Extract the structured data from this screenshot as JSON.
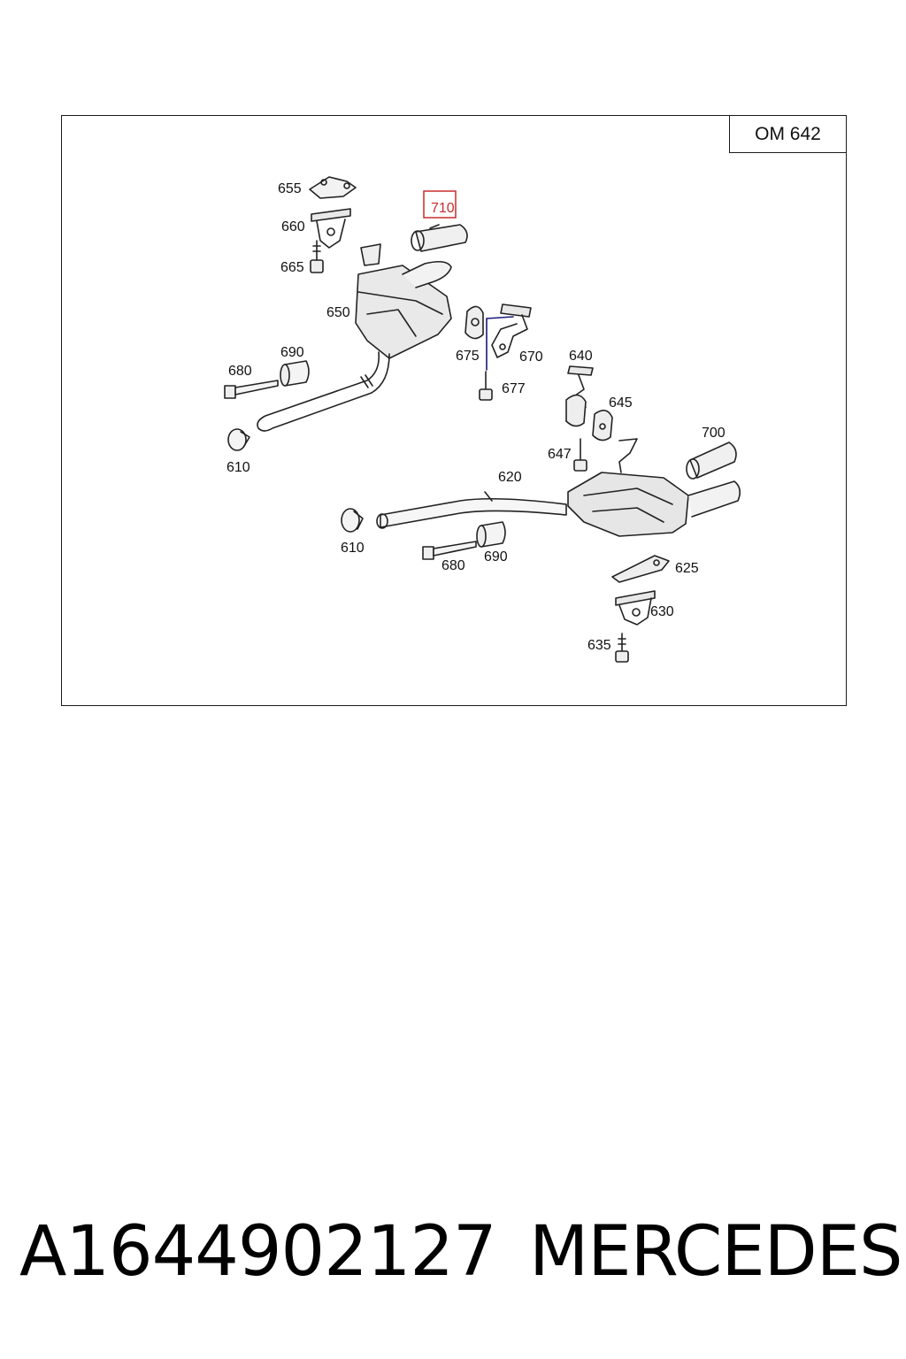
{
  "diagram": {
    "engine_code": "OM 642",
    "highlighted_part": "710",
    "labels": {
      "p655": "655",
      "p660": "660",
      "p665": "665",
      "p650": "650",
      "p710": "710",
      "p675": "675",
      "p670": "670",
      "p677": "677",
      "p680a": "680",
      "p690a": "690",
      "p610a": "610",
      "p640": "640",
      "p645": "645",
      "p647": "647",
      "p700": "700",
      "p620": "620",
      "p610b": "610",
      "p680b": "680",
      "p690b": "690",
      "p625": "625",
      "p630": "630",
      "p635": "635"
    },
    "highlight_color": "#cc2b2b"
  },
  "footer": {
    "part_number": "A1644902127",
    "brand": "MERCEDES"
  }
}
